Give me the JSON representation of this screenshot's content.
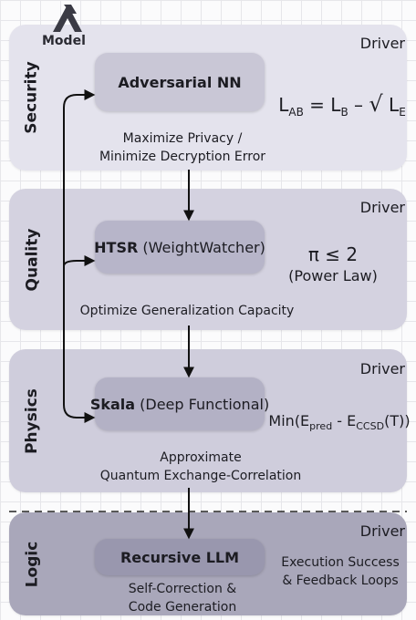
{
  "logo": {
    "text": "Model"
  },
  "colors": {
    "arrow": "#111111",
    "security": "#e4e3ed",
    "quality": "#d4d2e0",
    "physics": "#cfcddc",
    "logic": "#a9a7ba"
  },
  "panels": [
    {
      "label": "Security",
      "driver": "Driver",
      "node_title": "Adversarial NN",
      "caption_lines": [
        "Maximize Privacy /",
        "Minimize Decryption Error"
      ],
      "metric": {
        "L1": "L",
        "sub1": "AB",
        "eq": " = ",
        "L2": "L",
        "sub2": "B",
        "minus": " – ",
        "sqrt": "√",
        "L3": " L",
        "sub3": "E"
      }
    },
    {
      "label": "Quality",
      "driver": "Driver",
      "node_title_bold": "HTSR",
      "node_title_rest": " (WeightWatcher)",
      "caption_lines": [
        "Optimize Generalization Capacity"
      ],
      "metric": {
        "line1": "π ≤ 2",
        "line2": "(Power Law)"
      }
    },
    {
      "label": "Physics",
      "driver": "Driver",
      "node_title_bold": "Skala",
      "node_title_rest": " (Deep Functional)",
      "caption_lines": [
        "Approximate",
        "Quantum Exchange-Correlation"
      ],
      "metric": {
        "pre": "Min(E",
        "sub1": "pred",
        "mid": " - E",
        "sub2": "CCSD",
        "post": "(T))"
      }
    },
    {
      "label": "Logic",
      "driver": "Driver",
      "node_title": "Recursive LLM",
      "caption_lines": [
        "Self-Correction &",
        "Code Generation"
      ],
      "metric": {
        "line1": "Execution Success",
        "line2": "& Feedback Loops"
      }
    }
  ]
}
